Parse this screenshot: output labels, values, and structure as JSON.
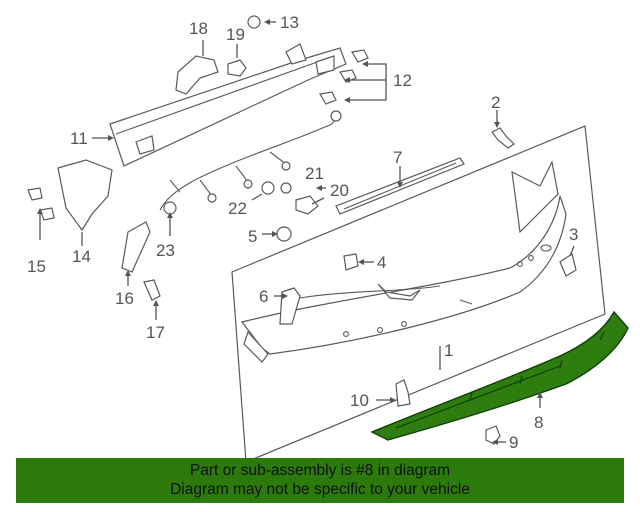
{
  "banner": {
    "line1": "Part or sub-assembly is #8 in diagram",
    "line2": "Diagram may not be specific to your vehicle"
  },
  "highlight_color": "#2b7a0b",
  "callouts": {
    "c1": "1",
    "c2": "2",
    "c3": "3",
    "c4": "4",
    "c5": "5",
    "c6": "6",
    "c7": "7",
    "c8": "8",
    "c9": "9",
    "c10": "10",
    "c11": "11",
    "c12": "12",
    "c13": "13",
    "c14": "14",
    "c15": "15",
    "c16": "16",
    "c17": "17",
    "c18": "18",
    "c19": "19",
    "c20": "20",
    "c21": "21",
    "c22": "22",
    "c23": "23"
  }
}
